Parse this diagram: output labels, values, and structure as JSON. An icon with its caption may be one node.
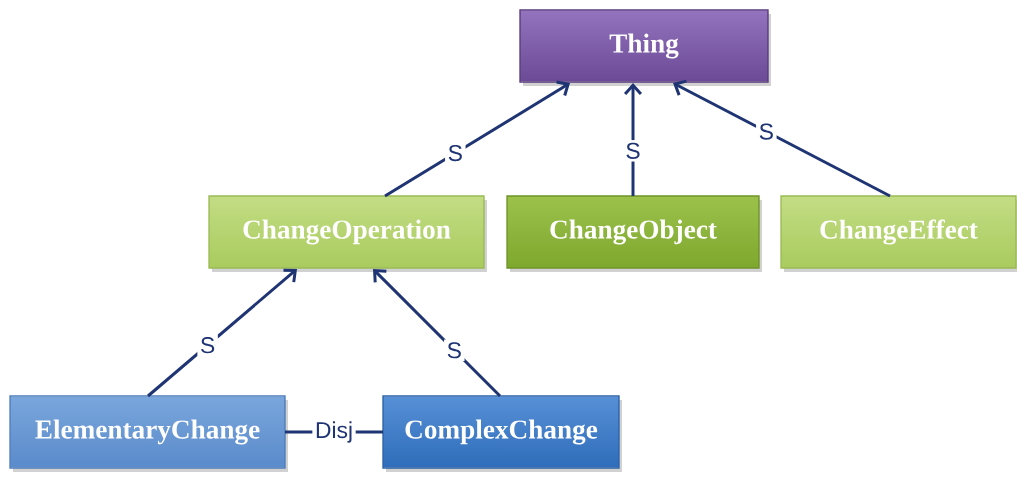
{
  "diagram": {
    "nodes": [
      {
        "text": [
          "Thing"
        ]
      },
      {
        "text": [
          "ChangeOperation"
        ]
      },
      {
        "text": [
          "ChangeObject"
        ]
      },
      {
        "text": [
          "ChangeEffect"
        ]
      },
      {
        "text": [
          "ElementaryChange"
        ]
      },
      {
        "text": [
          "ComplexChange"
        ]
      }
    ],
    "edges": [
      {
        "from": 1,
        "to": 0,
        "arrow": "to",
        "label": "S"
      },
      {
        "from": 2,
        "to": 0,
        "arrow": "to",
        "label": "S"
      },
      {
        "from": 3,
        "to": 0,
        "arrow": "to",
        "label": "S"
      },
      {
        "from": 4,
        "to": 1,
        "arrow": "to",
        "label": "S"
      },
      {
        "from": 5,
        "to": 1,
        "arrow": "to",
        "label": "S"
      },
      {
        "from": 4,
        "to": 5,
        "arrow": "none",
        "label": "Disj"
      }
    ]
  }
}
